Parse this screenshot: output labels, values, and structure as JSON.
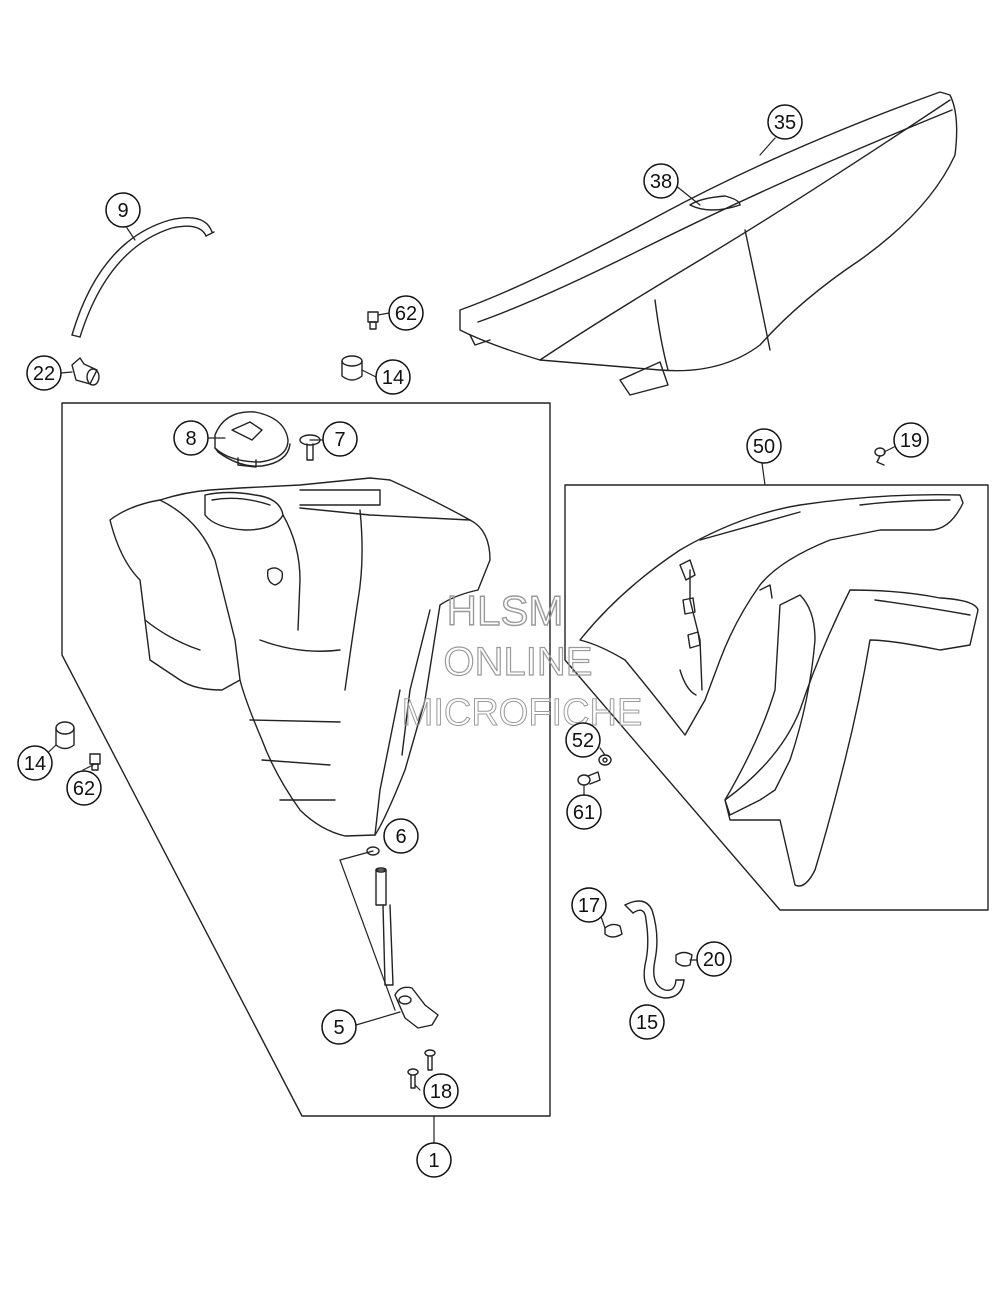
{
  "watermark": {
    "line1": "HLSM",
    "line2": "ONLINE",
    "line3": "MICROFICHE"
  },
  "callouts": [
    {
      "id": "c1",
      "label": "1"
    },
    {
      "id": "c5",
      "label": "5"
    },
    {
      "id": "c6",
      "label": "6"
    },
    {
      "id": "c7",
      "label": "7"
    },
    {
      "id": "c8",
      "label": "8"
    },
    {
      "id": "c9",
      "label": "9"
    },
    {
      "id": "c14a",
      "label": "14"
    },
    {
      "id": "c14b",
      "label": "14"
    },
    {
      "id": "c15",
      "label": "15"
    },
    {
      "id": "c17",
      "label": "17"
    },
    {
      "id": "c18",
      "label": "18"
    },
    {
      "id": "c19",
      "label": "19"
    },
    {
      "id": "c20",
      "label": "20"
    },
    {
      "id": "c22",
      "label": "22"
    },
    {
      "id": "c35",
      "label": "35"
    },
    {
      "id": "c38",
      "label": "38"
    },
    {
      "id": "c50",
      "label": "50"
    },
    {
      "id": "c52",
      "label": "52"
    },
    {
      "id": "c61",
      "label": "61"
    },
    {
      "id": "c62a",
      "label": "62"
    },
    {
      "id": "c62b",
      "label": "62"
    }
  ]
}
